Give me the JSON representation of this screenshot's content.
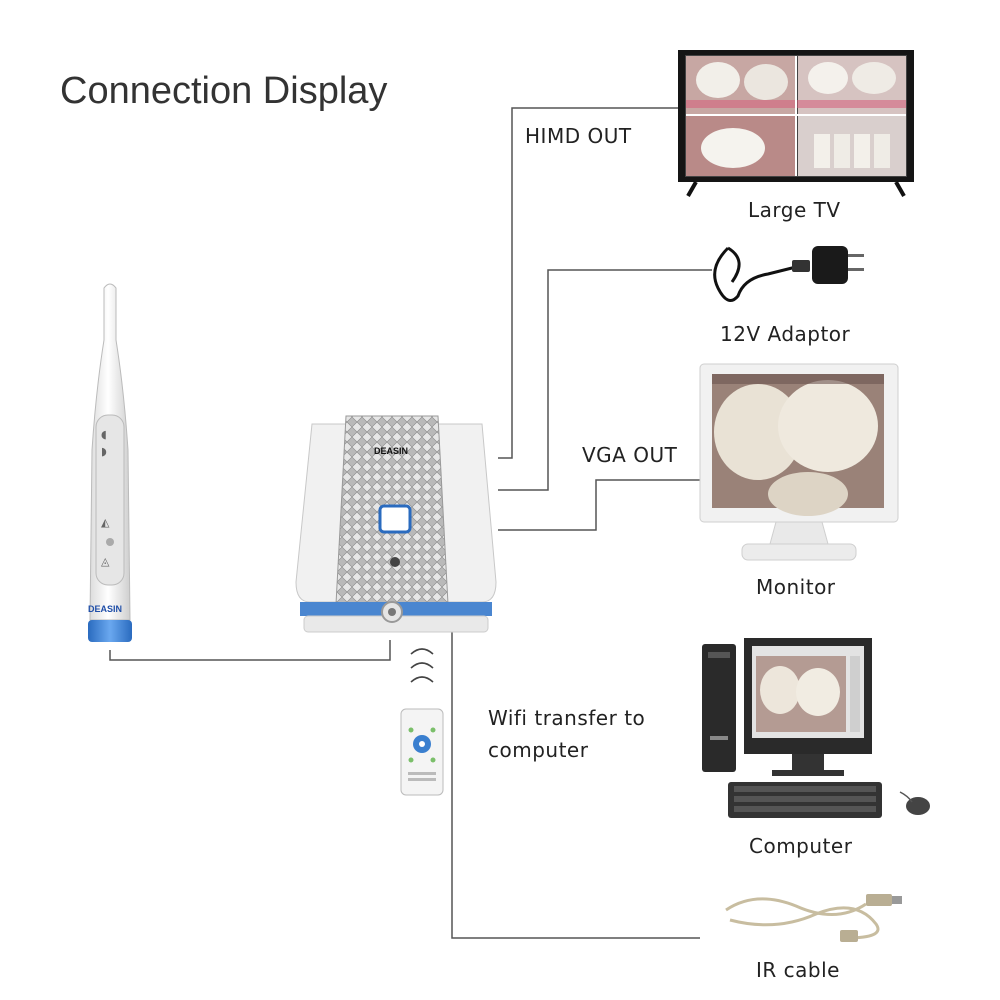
{
  "title": "Connection Display",
  "labels": {
    "hdmi": "HIMD OUT",
    "tv": "Large TV",
    "adaptor": "12V Adaptor",
    "vga": "VGA OUT",
    "monitor": "Monitor",
    "wifi_line1": "Wifi transfer to",
    "wifi_line2": "computer",
    "computer": "Computer",
    "ir_cable": "IR cable"
  },
  "brand": {
    "camera": "DEASIN",
    "box": "DEASIN"
  },
  "colors": {
    "accent_blue": "#3a7fcf",
    "line": "#555555",
    "device_white": "#f2f2f2"
  }
}
